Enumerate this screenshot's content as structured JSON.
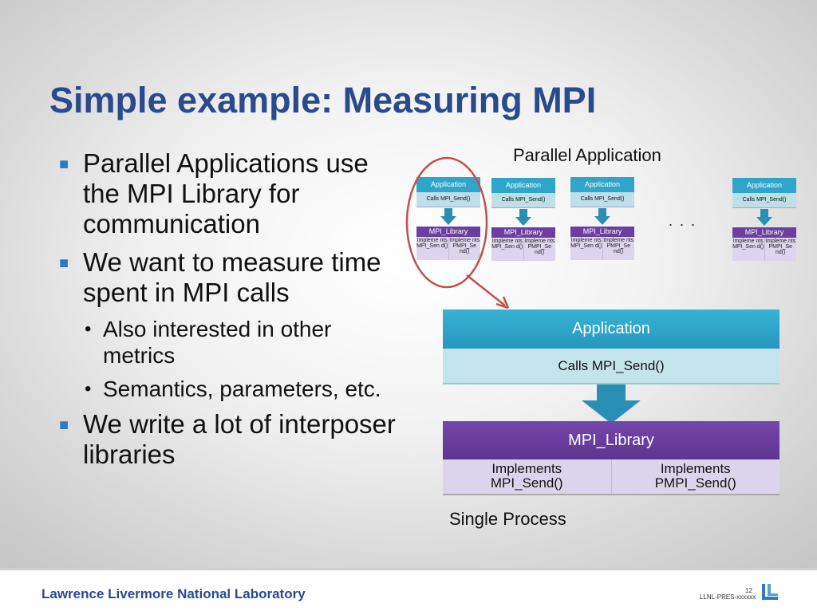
{
  "slide": {
    "title": "Simple example: Measuring MPI",
    "bullets": {
      "b1": "Parallel Applications use the MPI Library for communication",
      "b2": "We want to measure time spent in MPI calls",
      "b2_sub1": "Also interested in other metrics",
      "b2_sub2": "Semantics, parameters, etc.",
      "b3": "We write a lot of interposer libraries"
    }
  },
  "diagram": {
    "parallel_label": "Parallel Application",
    "ellipsis": ". . .",
    "single_label": "Single Process",
    "mini": {
      "app": "Application",
      "calls": "Calls MPI_Send()",
      "lib": "MPI_Library",
      "impl_left": "Impleme nts MPI_Sen d()",
      "impl_right": "Impleme nts PMPI_Se nd()"
    },
    "big": {
      "app": "Application",
      "calls": "Calls MPI_Send()",
      "lib": "MPI_Library",
      "impl_left_1": "Implements",
      "impl_left_2": "MPI_Send()",
      "impl_right_1": "Implements",
      "impl_right_2": "PMPI_Send()"
    },
    "colors": {
      "app": "#2fa6c9",
      "calls": "#c4e4ec",
      "lib": "#6a3f9e",
      "impl": "#dcd4eb",
      "highlight": "#c0504d",
      "title": "#2a4a8e"
    }
  },
  "footer": {
    "lab": "Lawrence Livermore National Laboratory",
    "page": "12",
    "pres_id": "LLNL-PRES-xxxxxx",
    "logo_icon": "llnl-logo-icon"
  }
}
